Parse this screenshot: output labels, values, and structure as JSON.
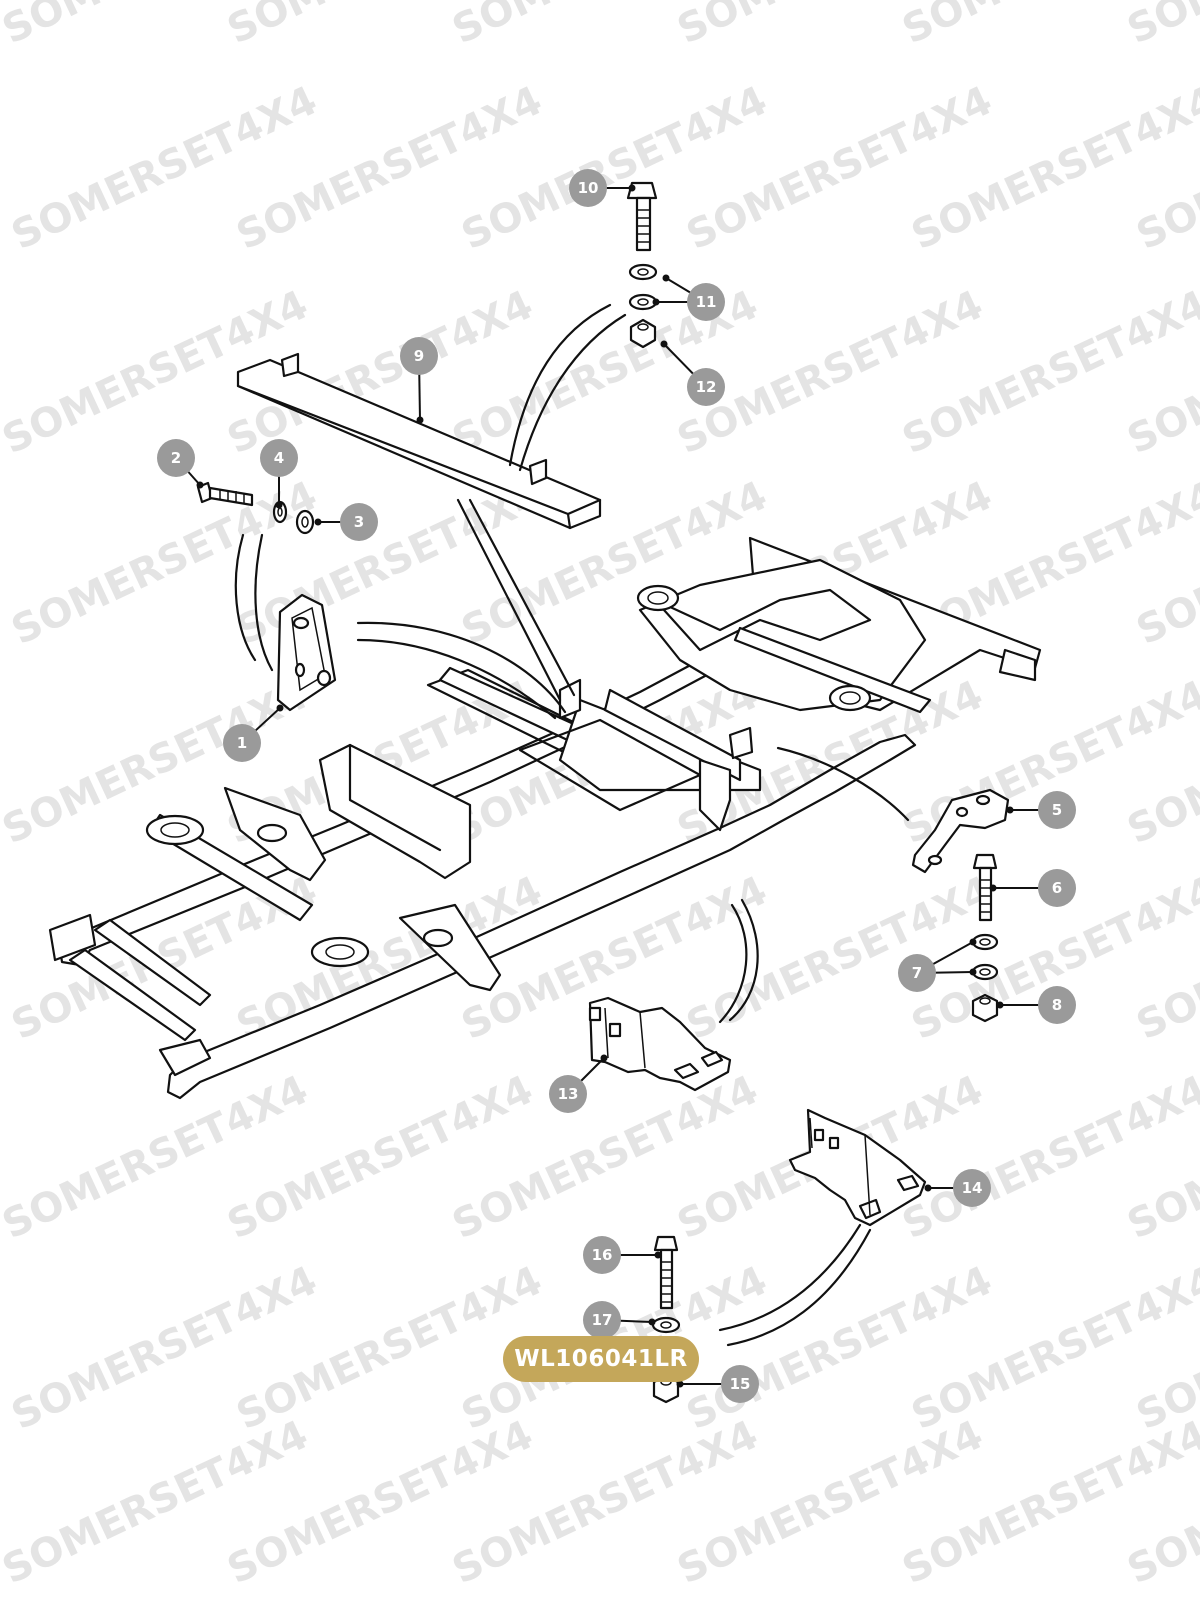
{
  "watermark": "SOMERSET4X4",
  "part_number": "WL106041LR",
  "colors": {
    "badge": "#c4a75a",
    "callout": "#9a9a9a",
    "line": "#111111",
    "watermark": "#e4e4e4"
  },
  "callouts": [
    "1",
    "2",
    "3",
    "4",
    "5",
    "6",
    "7",
    "8",
    "9",
    "10",
    "11",
    "12",
    "13",
    "14",
    "15",
    "16",
    "17"
  ],
  "parts": [
    "chassis-frame",
    "bracket",
    "bolt",
    "nut",
    "washer",
    "cross-member",
    "mounting-bracket"
  ]
}
